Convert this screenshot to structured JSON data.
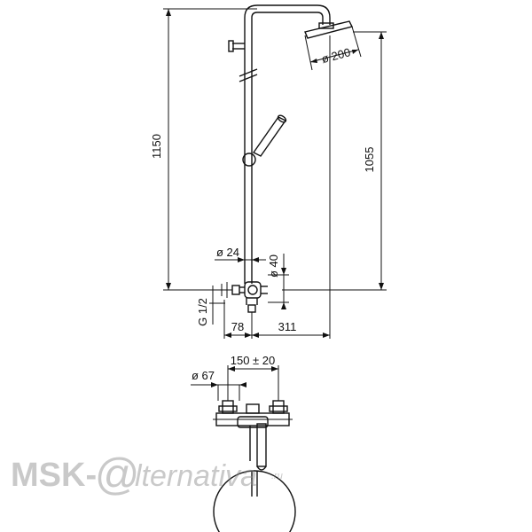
{
  "dimensions": {
    "total_height": "1150",
    "head_height": "1055",
    "head_diameter": "ø 200",
    "pipe_diameter": "ø 24",
    "fitting_diameter": "ø 40",
    "inlet_thread": "G 1/2",
    "wall_offset": "78",
    "arm_reach": "311",
    "center_distance": "150 ± 20",
    "flange_diameter": "ø 67"
  },
  "watermark": {
    "brand_prefix": "MSK-",
    "brand_at": "@",
    "brand_suffix": "lternativa",
    "brand_tld": ".ru"
  }
}
